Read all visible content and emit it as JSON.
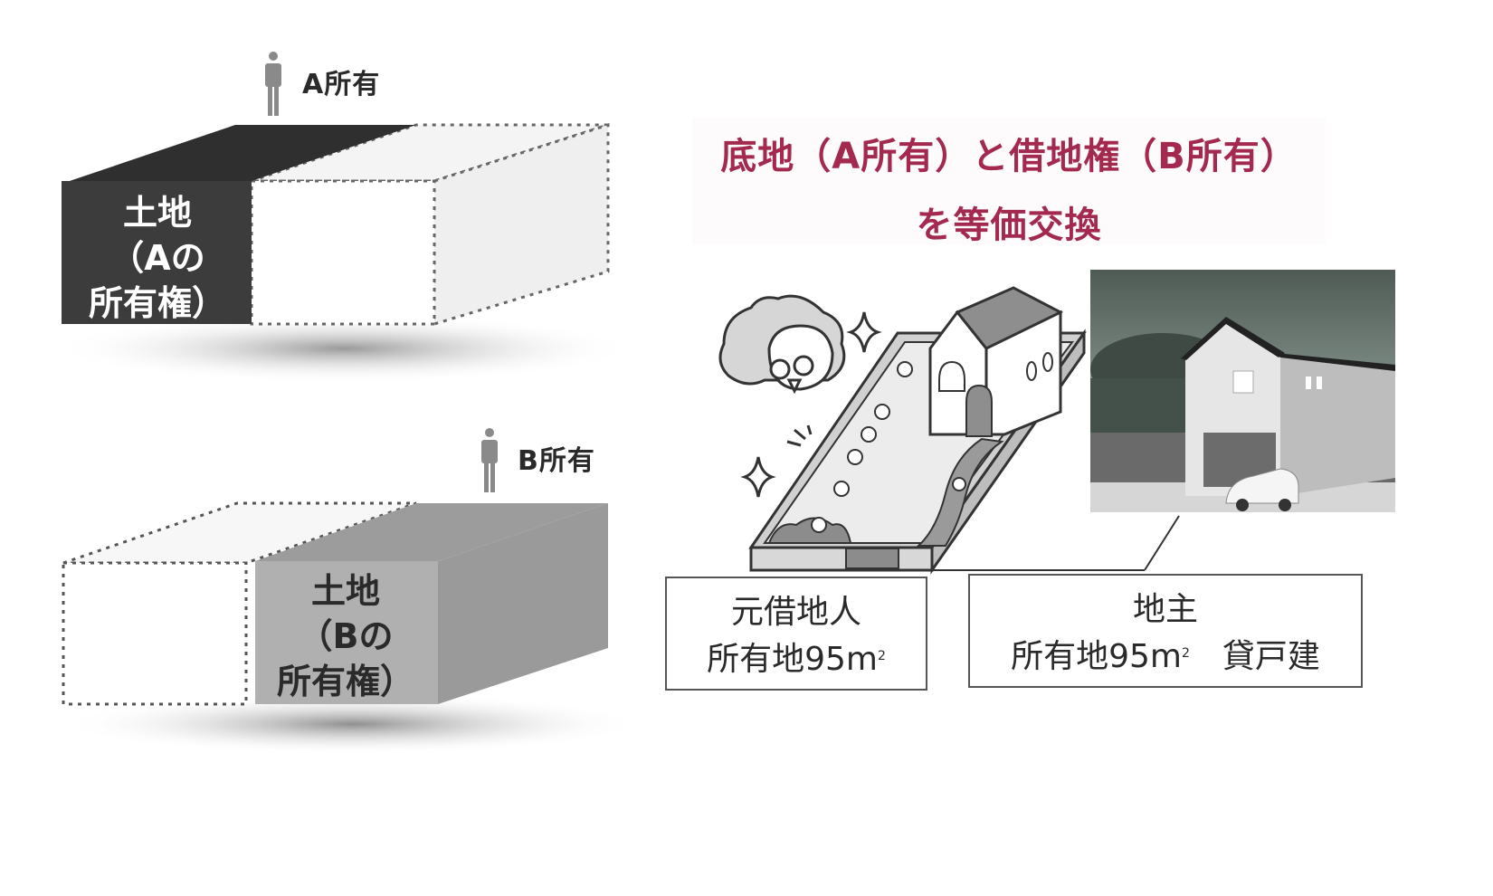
{
  "left_panel": {
    "top_diagram": {
      "owner_label": "A所有",
      "owner_icon": "person-icon",
      "block_label_lines": [
        "土地",
        "（Aの",
        "所有権）"
      ],
      "filled_color": "#3c3c3c",
      "text_color": "#ffffff"
    },
    "bottom_diagram": {
      "owner_label": "B所有",
      "owner_icon": "person-icon",
      "block_label_lines": [
        "土地",
        "（Bの",
        "所有権）"
      ],
      "filled_color": "#a8a8a8",
      "text_color": "#2a2a2a"
    }
  },
  "right_panel": {
    "title_line1": "底地（A所有）と借地権（B所有）",
    "title_line2": "を等価交換",
    "title_color": "#a3294f",
    "illustration": "elderly-person-with-house-on-lot",
    "photo": "rental-house-with-car",
    "boxes": [
      {
        "line1": "元借地人",
        "line2": "所有地95m",
        "unit_sup": "2",
        "suffix": ""
      },
      {
        "line1": "地主",
        "line2": "所有地95m",
        "unit_sup": "2",
        "suffix": "　貸戸建"
      }
    ]
  }
}
